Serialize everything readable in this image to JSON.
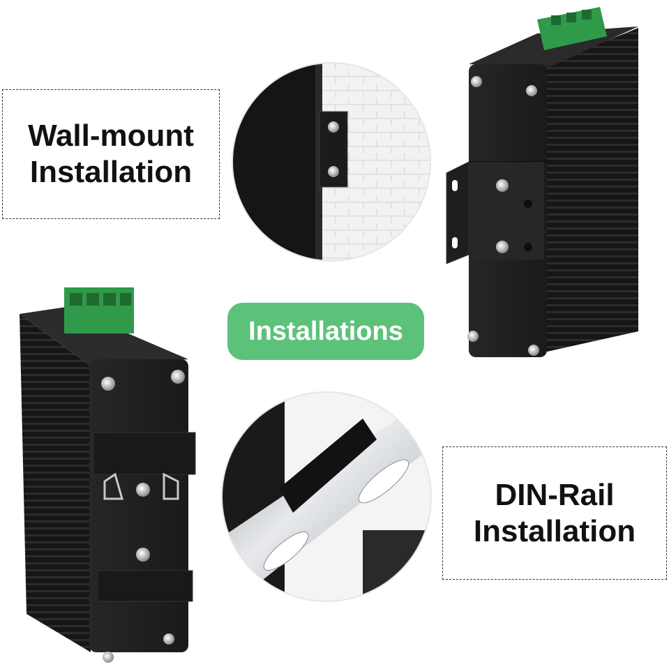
{
  "labels": {
    "wall_mount_line1": "Wall-mount",
    "wall_mount_line2": "Installation",
    "center_pill": "Installations",
    "din_rail_line1": "DIN-Rail",
    "din_rail_line2": "Installation"
  },
  "colors": {
    "pill": "#5cc27a",
    "terminal_block": "#2f9a4a",
    "housing": "#1c1c1c"
  }
}
